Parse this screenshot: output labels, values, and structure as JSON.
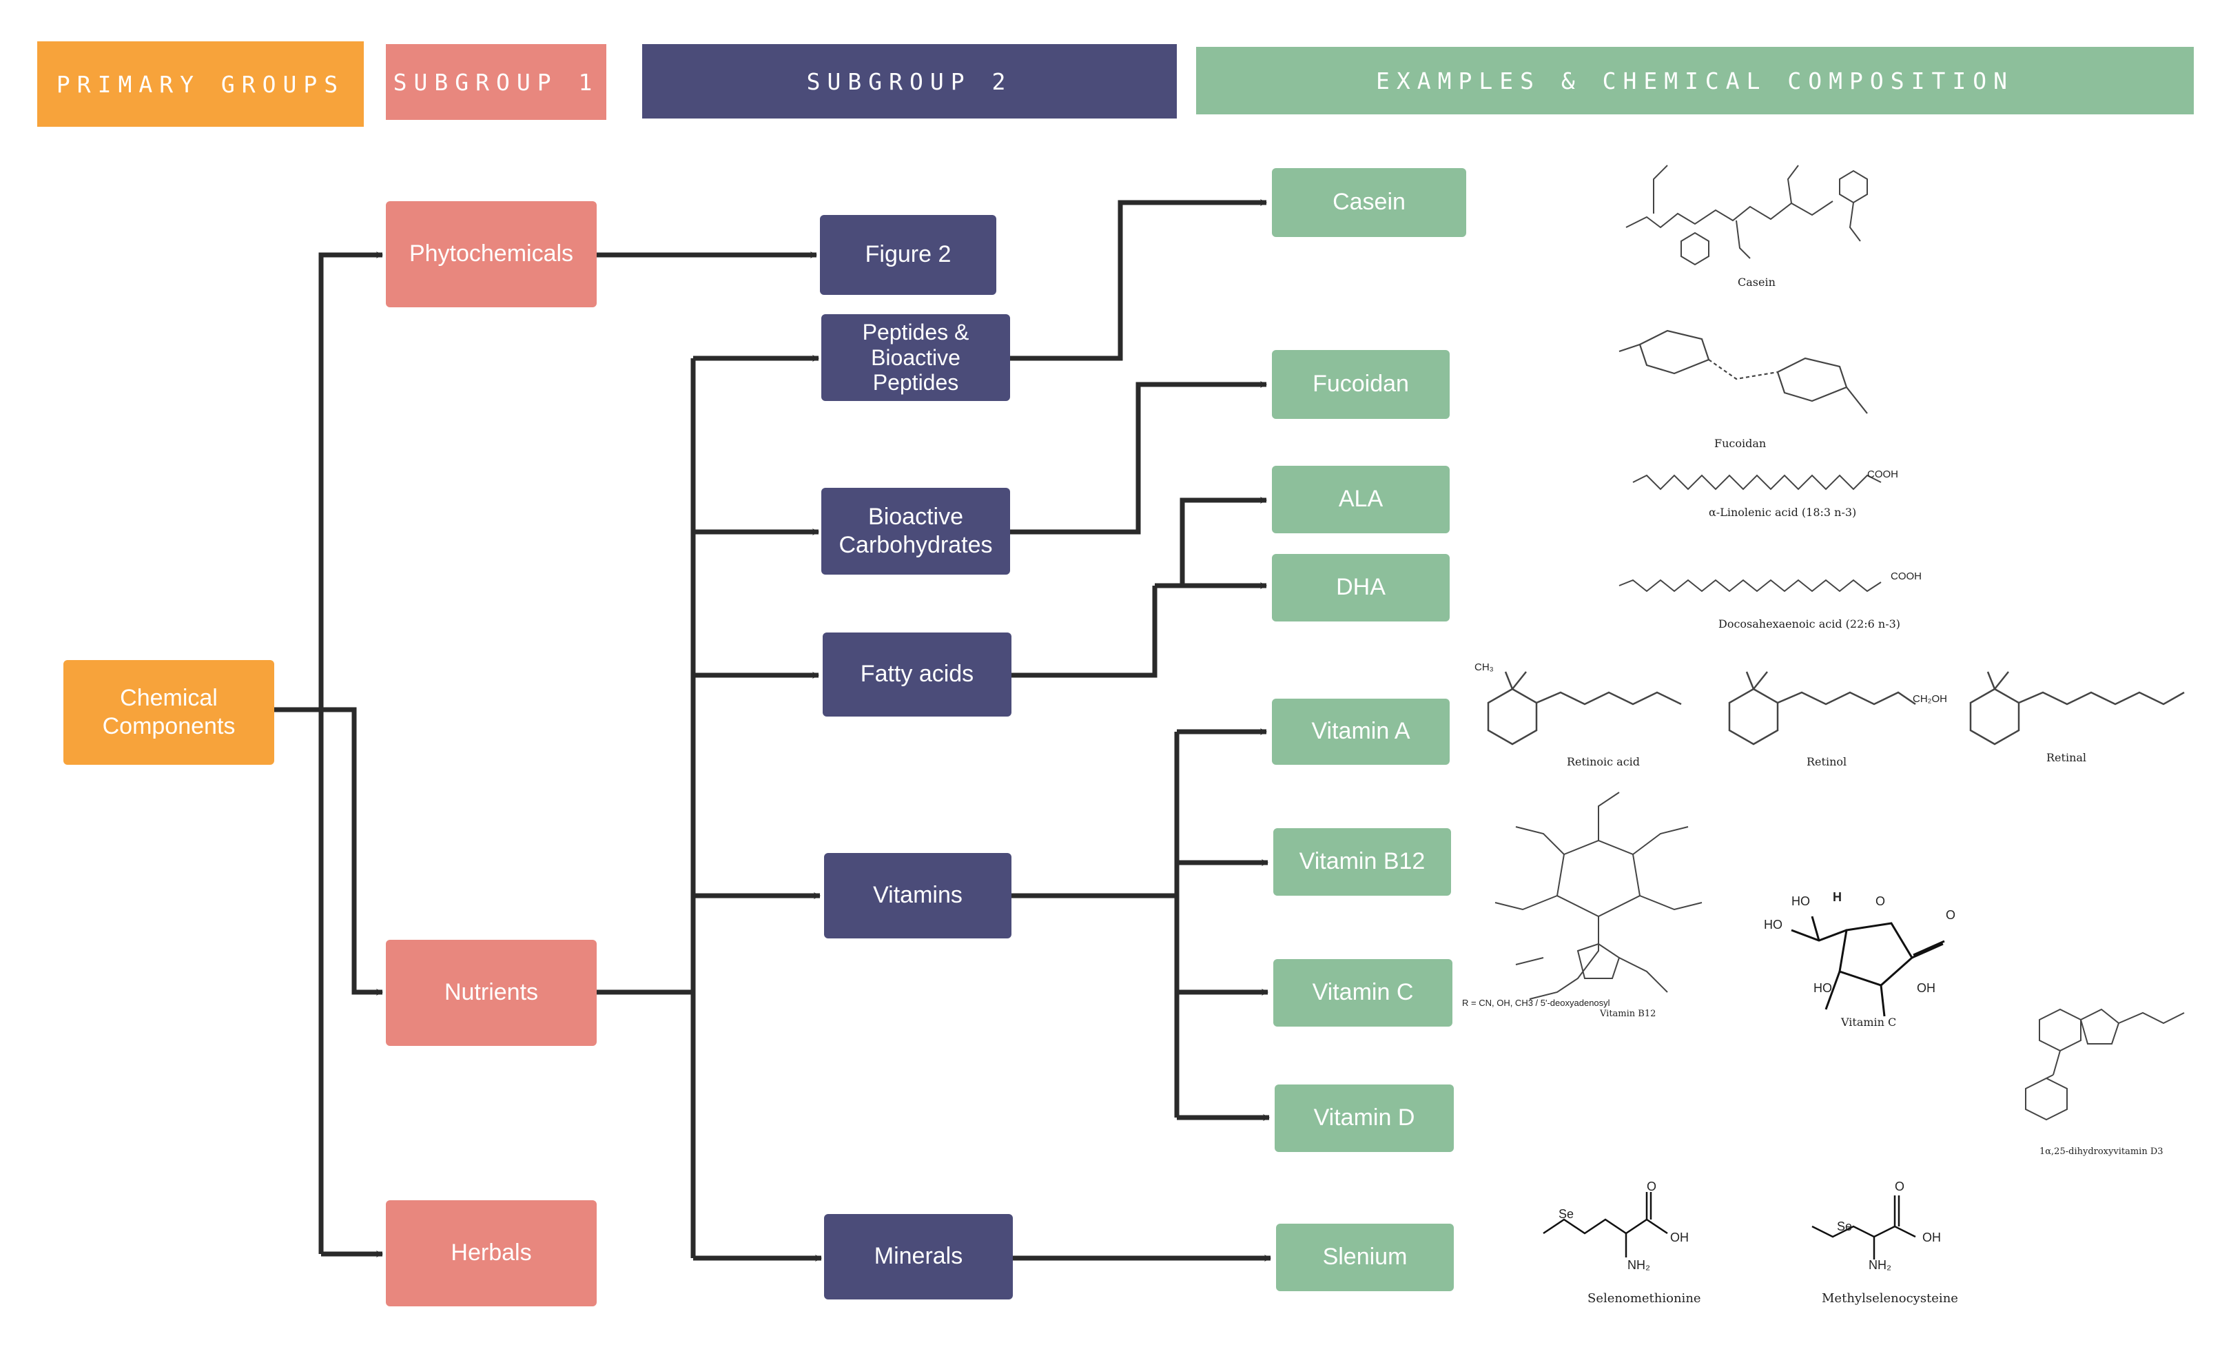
{
  "headers": {
    "primary": "PRIMARY GROUPS",
    "subgroup1": "SUBGROUP 1",
    "subgroup2": "SUBGROUP 2",
    "examples": "EXAMPLES & CHEMICAL COMPOSITION"
  },
  "nodes": {
    "root": "Chemical Components",
    "phytochemicals": "Phytochemicals",
    "nutrients": "Nutrients",
    "herbals": "Herbals",
    "figure2": "Figure 2",
    "peptides": "Peptides & Bioactive Peptides",
    "carbohydrates": "Bioactive Carbohydrates",
    "fatty_acids": "Fatty acids",
    "vitamins": "Vitamins",
    "minerals": "Minerals",
    "casein": "Casein",
    "fucoidan": "Fucoidan",
    "ala": "ALA",
    "dha": "DHA",
    "vitamin_a": "Vitamin A",
    "vitamin_b12": "Vitamin B12",
    "vitamin_c": "Vitamin C",
    "vitamin_d": "Vitamin D",
    "selenium": "Slenium"
  },
  "structures": {
    "casein_caption": "Casein",
    "fucoidan_caption": "Fucoidan",
    "ala_caption": "α-Linolenic acid (18:3 n-3)",
    "dha_caption": "Docosahexaenoic acid (22:6 n-3)",
    "retinoic_acid": "Retinoic acid",
    "retinol": "Retinol",
    "retinal": "Retinal",
    "b12_caption": "Vitamin B12",
    "b12_note": "R = CN, OH, CH3 / 5'-deoxyadenosyl",
    "vitamin_c_caption": "Vitamin C",
    "vitamin_c_ho_top": "HO",
    "vitamin_c_h": "H",
    "vitamin_c_o_ring": "O",
    "vitamin_c_o": "O",
    "vitamin_c_ho_left": "HO",
    "vitamin_c_ho_bottom": "HO",
    "vitamin_c_oh": "OH",
    "vitamin_d_caption": "1α,25-dihydroxyvitamin D3",
    "se_methionine": "Selenomethionine",
    "methylselenocysteine": "Methylselenocysteine",
    "se": "Se",
    "oh": "OH",
    "nh2": "NH₂",
    "o": "O",
    "cooh": "COOH",
    "ch3": "CH₃",
    "ch2oh": "CH₂OH"
  },
  "colors": {
    "orange": "#f7a33b",
    "pink": "#e8877e",
    "navy": "#4b4c79",
    "green": "#8dbf9b",
    "connector": "#2a2a2a"
  }
}
